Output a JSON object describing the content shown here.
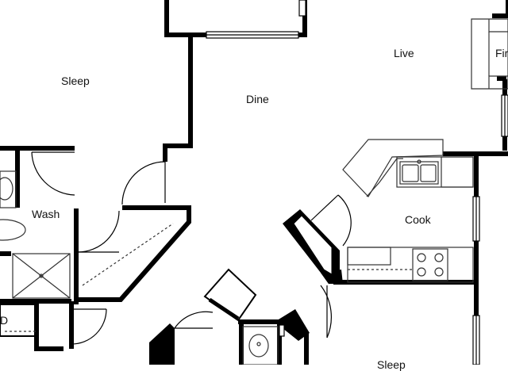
{
  "rooms": {
    "sleep_1": "Sleep",
    "dine": "Dine",
    "live": "Live",
    "fireplace": "Fir",
    "wash": "Wash",
    "cook": "Cook",
    "sleep_2": "Sleep",
    "closet_fragment": "D"
  },
  "colors": {
    "wall": "#000000",
    "fixture": "#333333",
    "background": "#ffffff"
  }
}
